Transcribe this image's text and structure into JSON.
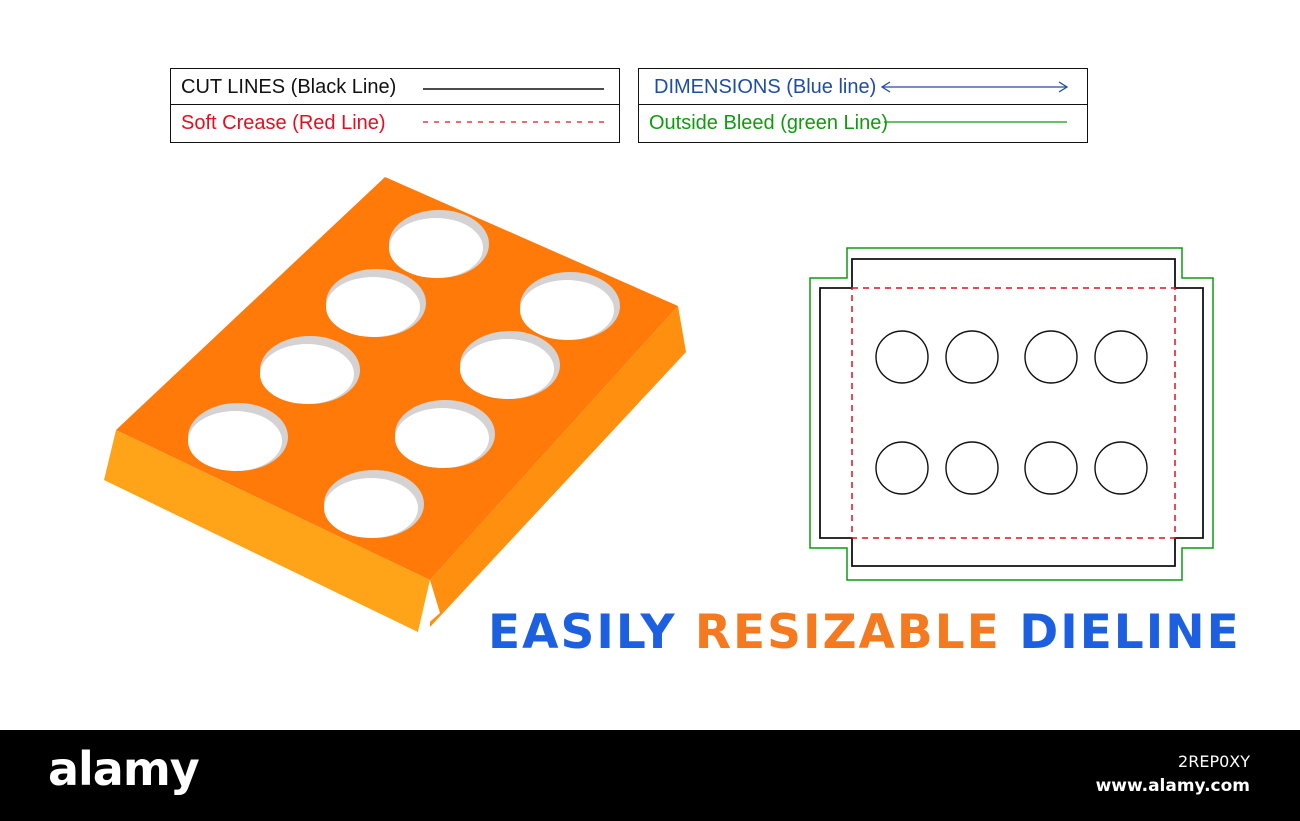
{
  "legend": {
    "left": [
      {
        "label": "CUT LINES (Black Line)",
        "color": "#111111",
        "style": "solid"
      },
      {
        "label": "Soft Crease (Red Line)",
        "color": "#e0101e",
        "style": "dashed"
      }
    ],
    "right": [
      {
        "label": "DIMENSIONS (Blue line)",
        "color": "#1f4ea1",
        "style": "double-arrow"
      },
      {
        "label": "Outside Bleed (green Line)",
        "color": "#0f9b10",
        "style": "solid"
      }
    ]
  },
  "colors": {
    "box_top": "#ff7a08",
    "box_side": "#ff8f0f",
    "box_front": "#ffa419",
    "hole": "#ffffff",
    "hole_shadow": "#d4d2d3",
    "cut_line": "#111111",
    "crease_line": "#e0101e",
    "bleed_line": "#0f9b10"
  },
  "box_3d": {
    "hole_count": 8
  },
  "dieline": {
    "rows": 2,
    "columns": 4
  },
  "headline": {
    "part1": "EASILY ",
    "part2": "RESIZABLE ",
    "part3": "DIELINE",
    "color1": "#1c5fe0",
    "color2": "#f57a1f",
    "color3": "#1c5fe0"
  },
  "footer": {
    "brand": "alamy",
    "image_id": "2REP0XY",
    "url": "www.alamy.com"
  }
}
